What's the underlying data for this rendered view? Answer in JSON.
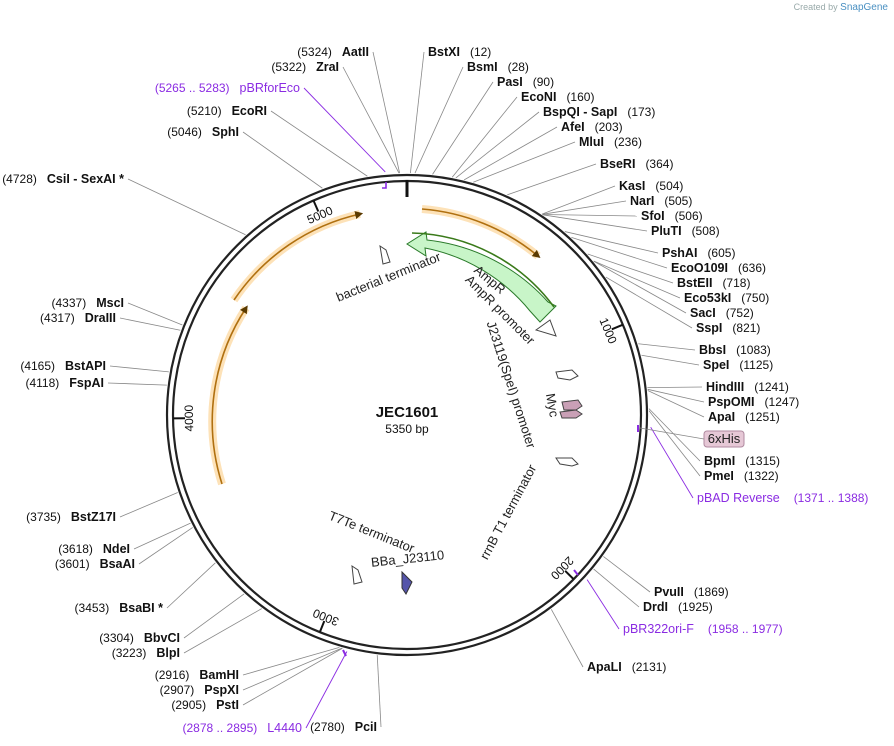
{
  "credit": {
    "created_by": "Created by",
    "brand": "SnapGene"
  },
  "plasmid": {
    "name": "JEC1601",
    "size": "5350 bp",
    "length": 5350
  },
  "ticks": [
    {
      "label": "1000",
      "bp": 1000
    },
    {
      "label": "2000",
      "bp": 2000
    },
    {
      "label": "3000",
      "bp": 3000
    },
    {
      "label": "4000",
      "bp": 4000
    },
    {
      "label": "5000",
      "bp": 5000
    }
  ],
  "sites": [
    {
      "name": "AatII",
      "pos": "(5324)",
      "bp": 5324,
      "side": "L"
    },
    {
      "name": "ZraI",
      "pos": "(5322)",
      "bp": 5322,
      "side": "L"
    },
    {
      "name": "BstXI",
      "pos": "(12)",
      "bp": 12,
      "side": "R"
    },
    {
      "name": "BsmI",
      "pos": "(28)",
      "bp": 28,
      "side": "R"
    },
    {
      "name": "PasI",
      "pos": "(90)",
      "bp": 90,
      "side": "R"
    },
    {
      "name": "EcoNI",
      "pos": "(160)",
      "bp": 160,
      "side": "R"
    },
    {
      "name": "BspQI  -  SapI",
      "pos": "(173)",
      "bp": 173,
      "side": "R"
    },
    {
      "name": "AfeI",
      "pos": "(203)",
      "bp": 203,
      "side": "R"
    },
    {
      "name": "MluI",
      "pos": "(236)",
      "bp": 236,
      "side": "R"
    },
    {
      "name": "BseRI",
      "pos": "(364)",
      "bp": 364,
      "side": "R"
    },
    {
      "name": "KasI",
      "pos": "(504)",
      "bp": 504,
      "side": "R"
    },
    {
      "name": "NarI",
      "pos": "(505)",
      "bp": 505,
      "side": "R"
    },
    {
      "name": "SfoI",
      "pos": "(506)",
      "bp": 506,
      "side": "R"
    },
    {
      "name": "PluTI",
      "pos": "(508)",
      "bp": 508,
      "side": "R"
    },
    {
      "name": "PshAI",
      "pos": "(605)",
      "bp": 605,
      "side": "R"
    },
    {
      "name": "EcoO109I",
      "pos": "(636)",
      "bp": 636,
      "side": "R"
    },
    {
      "name": "BstEII",
      "pos": "(718)",
      "bp": 718,
      "side": "R"
    },
    {
      "name": "Eco53kI",
      "pos": "(750)",
      "bp": 750,
      "side": "R"
    },
    {
      "name": "SacI",
      "pos": "(752)",
      "bp": 752,
      "side": "R"
    },
    {
      "name": "SspI",
      "pos": "(821)",
      "bp": 821,
      "side": "R"
    },
    {
      "name": "BbsI",
      "pos": "(1083)",
      "bp": 1083,
      "side": "R"
    },
    {
      "name": "SpeI",
      "pos": "(1125)",
      "bp": 1125,
      "side": "R"
    },
    {
      "name": "HindIII",
      "pos": "(1241)",
      "bp": 1241,
      "side": "R"
    },
    {
      "name": "PspOMI",
      "pos": "(1247)",
      "bp": 1247,
      "side": "R"
    },
    {
      "name": "ApaI",
      "pos": "(1251)",
      "bp": 1251,
      "side": "R"
    },
    {
      "name": "BpmI",
      "pos": "(1315)",
      "bp": 1315,
      "side": "R"
    },
    {
      "name": "PmeI",
      "pos": "(1322)",
      "bp": 1322,
      "side": "R"
    },
    {
      "name": "PvuII",
      "pos": "(1869)",
      "bp": 1869,
      "side": "R"
    },
    {
      "name": "DrdI",
      "pos": "(1925)",
      "bp": 1925,
      "side": "R"
    },
    {
      "name": "ApaLI",
      "pos": "(2131)",
      "bp": 2131,
      "side": "R"
    },
    {
      "name": "PciI",
      "pos": "(2780)",
      "bp": 2780,
      "side": "L"
    },
    {
      "name": "BamHI",
      "pos": "(2916)",
      "bp": 2916,
      "side": "L"
    },
    {
      "name": "PspXI",
      "pos": "(2907)",
      "bp": 2907,
      "side": "L"
    },
    {
      "name": "PstI",
      "pos": "(2905)",
      "bp": 2905,
      "side": "L"
    },
    {
      "name": "BbvCI",
      "pos": "(3304)",
      "bp": 3304,
      "side": "L"
    },
    {
      "name": "BlpI",
      "pos": "(3223)",
      "bp": 3223,
      "side": "L"
    },
    {
      "name": "BsaBI *",
      "pos": "(3453)",
      "bp": 3453,
      "side": "L"
    },
    {
      "name": "NdeI",
      "pos": "(3618)",
      "bp": 3618,
      "side": "L"
    },
    {
      "name": "BsaAI",
      "pos": "(3601)",
      "bp": 3601,
      "side": "L"
    },
    {
      "name": "BstZ17I",
      "pos": "(3735)",
      "bp": 3735,
      "side": "L"
    },
    {
      "name": "BstAPI",
      "pos": "(4165)",
      "bp": 4165,
      "side": "L"
    },
    {
      "name": "FspAI",
      "pos": "(4118)",
      "bp": 4118,
      "side": "L"
    },
    {
      "name": "MscI",
      "pos": "(4337)",
      "bp": 4337,
      "side": "L"
    },
    {
      "name": "DraIII",
      "pos": "(4317)",
      "bp": 4317,
      "side": "L"
    },
    {
      "name": "CsiI  -  SexAI *",
      "pos": "(4728)",
      "bp": 4728,
      "side": "L"
    },
    {
      "name": "SphI",
      "pos": "(5046)",
      "bp": 5046,
      "side": "L"
    },
    {
      "name": "EcoRI",
      "pos": "(5210)",
      "bp": 5210,
      "side": "L"
    }
  ],
  "primers": [
    {
      "name": "pBRforEco",
      "pos": "(5265 .. 5283)",
      "bp": 5274
    },
    {
      "name": "pBAD Reverse",
      "pos": "(1371 .. 1388)",
      "bp": 1380
    },
    {
      "name": "pBR322ori-F",
      "pos": "(1958 .. 1977)",
      "bp": 1968
    },
    {
      "name": "L4440",
      "pos": "(2878 .. 2895)",
      "bp": 2887
    }
  ],
  "features": [
    {
      "name": "AmpR",
      "type": "cds",
      "color": "#c8f5c8",
      "stroke": "#2a7a2a"
    },
    {
      "name": "AmpR promoter",
      "type": "promoter"
    },
    {
      "name": "bacterial terminator",
      "type": "terminator"
    },
    {
      "name": "J23119(SpeI) promoter",
      "type": "promoter"
    },
    {
      "name": "Myc",
      "type": "tag",
      "color": "#c9a0b6"
    },
    {
      "name": "6xHis",
      "type": "tag",
      "color": "#e6c8d6"
    },
    {
      "name": "rrnB T1 terminator",
      "type": "terminator"
    },
    {
      "name": "T7Te terminator",
      "type": "terminator"
    },
    {
      "name": "BBa_J23110",
      "type": "promoter",
      "color": "#5555aa"
    }
  ],
  "colors": {
    "orf": "#f0a640",
    "orf_glow": "#fde2b8",
    "primer": "#8a2be2",
    "backbone": "#222222"
  }
}
